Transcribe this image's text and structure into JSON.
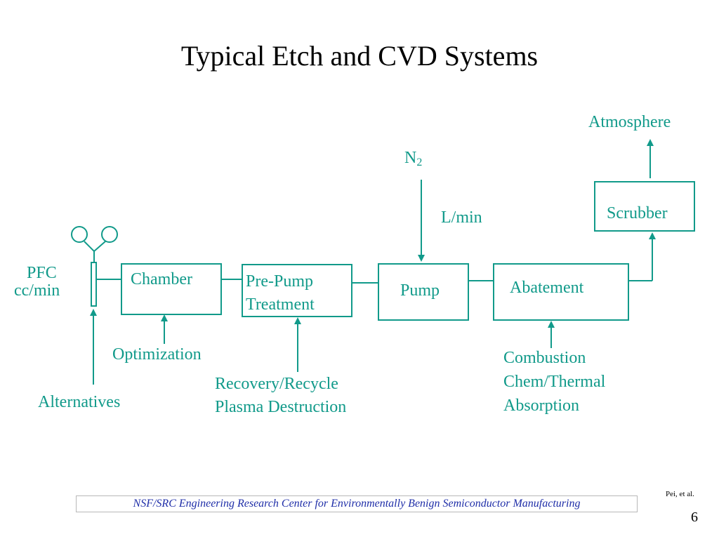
{
  "title": "Typical Etch and CVD Systems",
  "colors": {
    "accent": "#119a8a",
    "footer_text": "#1f2ea8",
    "title": "#000000"
  },
  "diagram": {
    "inputs": {
      "pfc_line1": "PFC",
      "pfc_line2": "cc/min",
      "n2_base": "N",
      "n2_sub": "2",
      "n2_flow": "L/min"
    },
    "nodes": {
      "chamber": "Chamber",
      "prepump_line1": "Pre-Pump",
      "prepump_line2": "Treatment",
      "pump": "Pump",
      "abatement": "Abatement",
      "scrubber": "Scrubber",
      "atmosphere": "Atmosphere"
    },
    "annotations": {
      "alternatives": "Alternatives",
      "optimization": "Optimization",
      "recovery_line1": "Recovery/Recycle",
      "recovery_line2": "Plasma Destruction",
      "abatement_methods": [
        "Combustion",
        "Chem/Thermal",
        "Absorption"
      ]
    }
  },
  "footer": {
    "banner": "NSF/SRC Engineering Research Center for Environmentally Benign Semiconductor Manufacturing",
    "credit": "Pei, et al.",
    "page_number": "6"
  }
}
